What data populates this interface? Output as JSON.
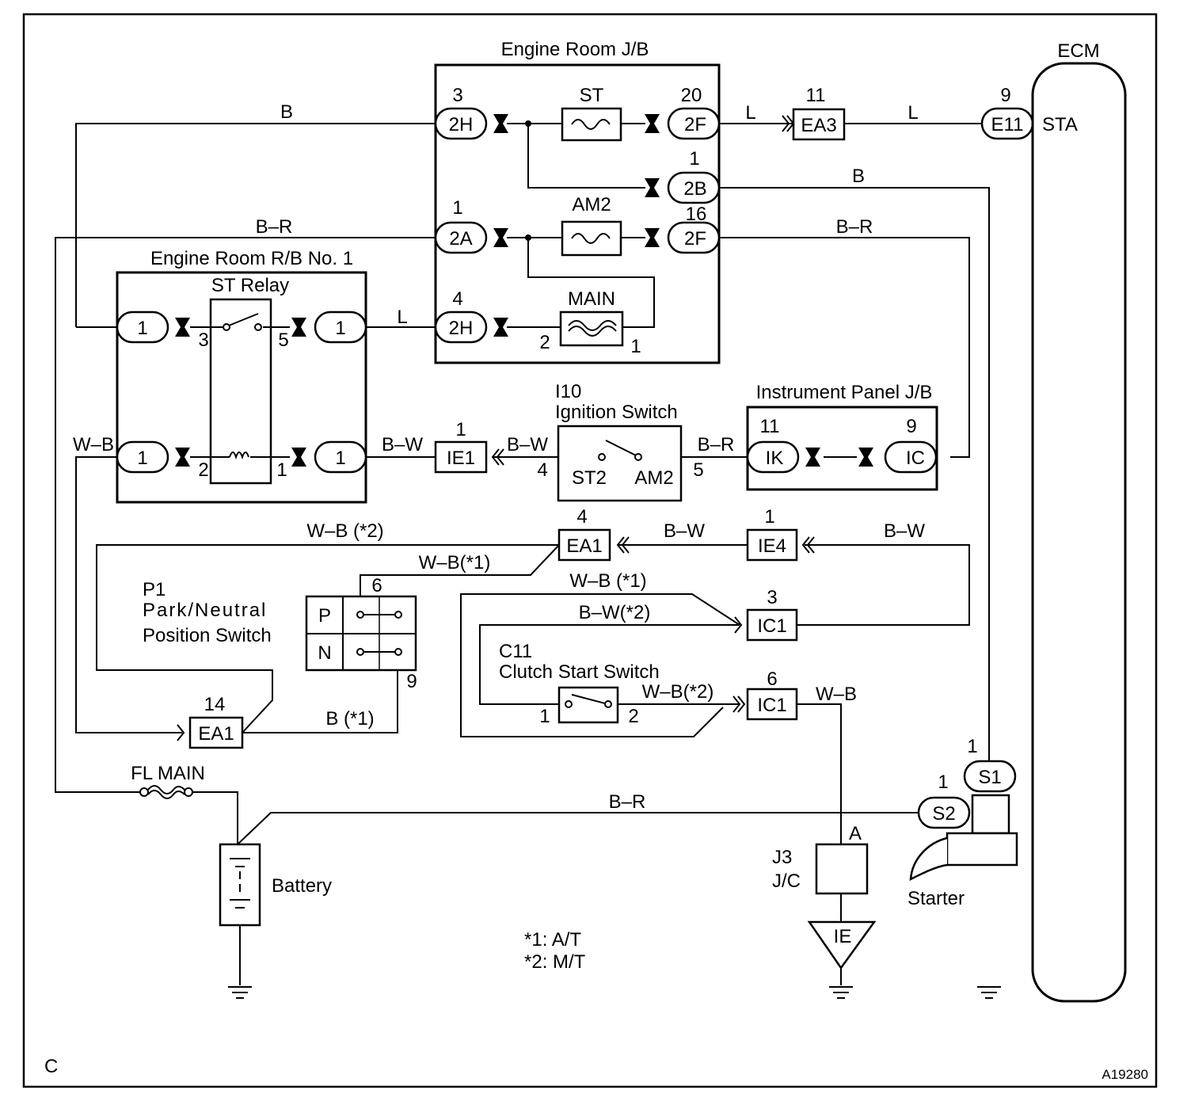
{
  "components": {
    "engine_room_jb": "Engine Room J/B",
    "engine_room_rb": "Engine Room R/B No. 1",
    "st_relay": "ST Relay",
    "ecm": "ECM",
    "ecm_terminal": "STA",
    "ignition_switch_id": "I10",
    "ignition_switch": "Ignition Switch",
    "ig_st2": "ST2",
    "ig_am2": "AM2",
    "instrument_panel_jb": "Instrument Panel J/B",
    "pnp_id": "P1",
    "pnp_line1": "Park/Neutral",
    "pnp_line2": "Position Switch",
    "pnp_p": "P",
    "pnp_n": "N",
    "clutch_id": "C11",
    "clutch": "Clutch Start Switch",
    "fl_main": "FL MAIN",
    "battery": "Battery",
    "jc_id": "J3",
    "jc": "J/C",
    "jc_pin": "A",
    "ground_ie": "IE",
    "starter": "Starter"
  },
  "fuses": {
    "st": "ST",
    "am2": "AM2",
    "main": "MAIN"
  },
  "connectors": {
    "jb_2h_top": "2H",
    "jb_2f_top": "2F",
    "jb_2b": "2B",
    "jb_2a": "2A",
    "jb_2f_mid": "2F",
    "jb_2h_bot": "2H",
    "ea3": "EA3",
    "e11": "E11",
    "rb_1": "1",
    "ie1": "IE1",
    "ik": "IK",
    "ic": "IC",
    "ea1_mid": "EA1",
    "ie4": "IE4",
    "ic1_top": "IC1",
    "ic1_bot": "IC1",
    "ea1_bot": "EA1",
    "s1": "S1",
    "s2": "S2"
  },
  "pins": {
    "p3": "3",
    "p20": "20",
    "p11": "11",
    "p9": "9",
    "p1_2b": "1",
    "p1_2a": "1",
    "p16": "16",
    "p4_2h": "4",
    "main_2": "2",
    "main_1": "1",
    "relay_3": "3",
    "relay_5": "5",
    "relay_2": "2",
    "relay_1": "1",
    "ie1_1": "1",
    "ig_4": "4",
    "ig_5": "5",
    "ik_11": "11",
    "ic_9": "9",
    "ea1_4": "4",
    "ie4_1": "1",
    "ic1_3": "3",
    "ic1_6": "6",
    "pnp_6": "6",
    "pnp_9": "9",
    "ea1_14": "14",
    "cl_1": "1",
    "cl_2": "2",
    "s1_1": "1",
    "s2_1": "1"
  },
  "wires": {
    "b_top": "B",
    "l_ea3": "L",
    "l_e11": "L",
    "b_2b": "B",
    "br_2a": "B–R",
    "br_2f": "B–R",
    "l_relay": "L",
    "wb_relay": "W–B",
    "bw_relay": "B–W",
    "bw_ig": "B–W",
    "br_ig": "B–R",
    "wb_2": "W–B (*2)",
    "wb_1": "W–B(*1)",
    "bw_ie4": "B–W",
    "bw_right": "B–W",
    "wb_ic1_1": "W–B (*1)",
    "bw_ic1_2": "B–W(*2)",
    "wb_cl_2": "W–B(*2)",
    "wb_ic1_6": "W–B",
    "b_ea1": "B (*1)",
    "br_s2": "B–R"
  },
  "notes": {
    "n1": "*1: A/T",
    "n2": "*2: M/T"
  },
  "corner_left": "C",
  "figure_code": "A19280"
}
